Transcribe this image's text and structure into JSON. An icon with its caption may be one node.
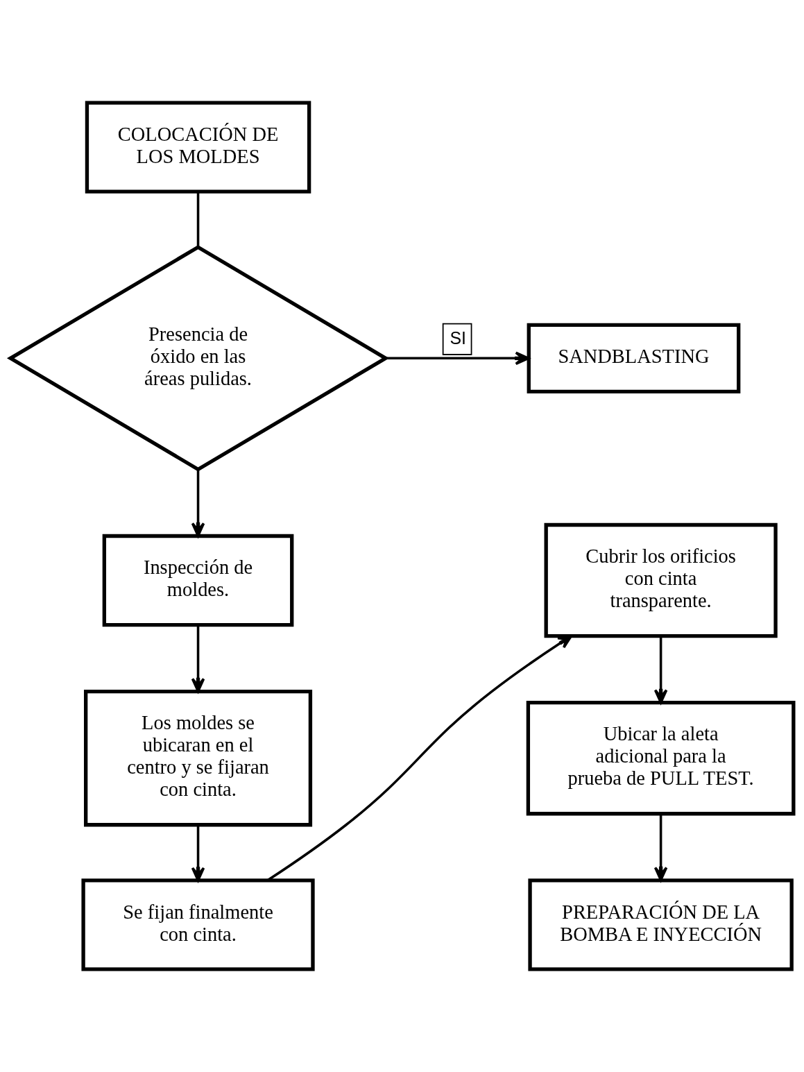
{
  "diagram": {
    "nodes": [
      {
        "text": [
          "COLOCACIÓN DE LOS MOLDES"
        ]
      },
      {
        "text": [
          "Presencia de óxido en las áreas pulidas."
        ]
      },
      {
        "text": [
          "SANDBLASTING"
        ]
      },
      {
        "text": [
          "Inspección de moldes."
        ]
      },
      {
        "text": [
          "Los moldes se ubicaran en el centro y se fijaran con cinta."
        ]
      },
      {
        "text": [
          "Se fijan finalmente con cinta."
        ]
      },
      {
        "text": [
          "Cubrir los orificios con cinta transparente."
        ]
      },
      {
        "text": [
          "Ubicar la aleta adicional para la prueba de PULL TEST."
        ]
      },
      {
        "text": [
          "PREPARACIÓN DE LA BOMBA E INYECCIÓN"
        ]
      }
    ],
    "edges": [
      {
        "from": 0,
        "to": 1,
        "arrow": "none"
      },
      {
        "from": 1,
        "to": 2,
        "arrow": "to",
        "label": "SI"
      },
      {
        "from": 1,
        "to": 3,
        "arrow": "to"
      },
      {
        "from": 3,
        "to": 4,
        "arrow": "to"
      },
      {
        "from": 4,
        "to": 5,
        "arrow": "to"
      },
      {
        "from": 5,
        "to": 6,
        "arrow": "to"
      },
      {
        "from": 6,
        "to": 7,
        "arrow": "to"
      },
      {
        "from": 7,
        "to": 8,
        "arrow": "to"
      }
    ]
  }
}
